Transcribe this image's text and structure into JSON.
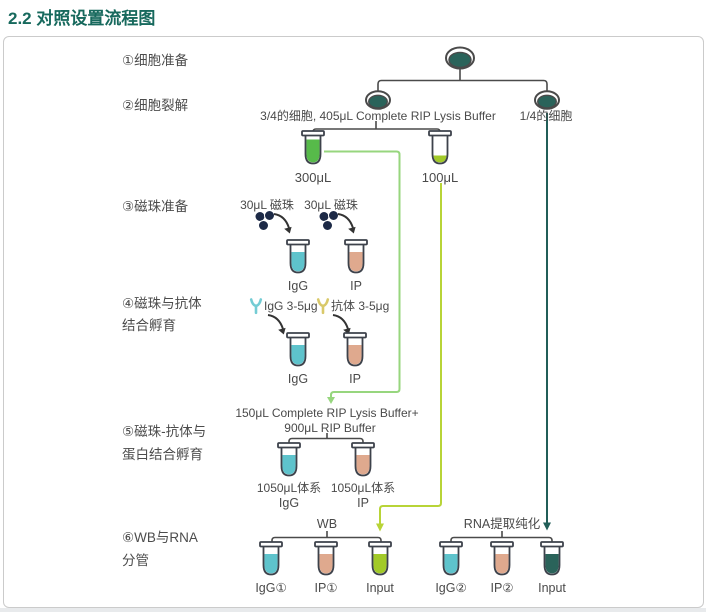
{
  "title": "2.2 对照设置流程图",
  "steps": {
    "s1": "①细胞准备",
    "s2": "②细胞裂解",
    "s3": "③磁珠准备",
    "s4a": "④磁珠与抗体",
    "s4b": "结合孵育",
    "s5a": "⑤磁珠-抗体与",
    "s5b": "蛋白结合孵育",
    "s6a": "⑥WB与RNA",
    "s6b": "分管"
  },
  "labels": {
    "lysis_left": "3/4的细胞, 405μL Complete RIP Lysis Buffer",
    "lysis_right": "1/4的细胞",
    "vol300": "300μL",
    "vol100": "100μL",
    "beads1": "30μL 磁珠",
    "beads2": "30μL 磁珠",
    "tube3_igg": "IgG",
    "tube3_ip": "IP",
    "ab_igg": "IgG 3-5μg",
    "ab_ip": "抗体 3-5μg",
    "tube4_igg": "IgG",
    "tube4_ip": "IP",
    "mix1": "150μL Complete RIP Lysis Buffer+",
    "mix2": "900μL RIP Buffer",
    "sys_igg_1": "1050μL体系",
    "sys_igg_2": "IgG",
    "sys_ip_1": "1050μL体系",
    "sys_ip_2": "IP",
    "wb_title": "WB",
    "rna_title": "RNA提取纯化",
    "wb_t1": "IgG①",
    "wb_t2": "IP①",
    "wb_t3": "Input",
    "rna_t1": "IgG②",
    "rna_t2": "IP②",
    "rna_t3": "Input"
  },
  "colors": {
    "title_teal": "#17695d",
    "tube_cyan": "#5ec3cc",
    "tube_salmon": "#dfa98e",
    "tube_green": "#57ba4a",
    "tube_lime": "#a2ca28",
    "tube_dark_teal": "#2a635a",
    "dish_fill": "#2a635a",
    "line_green": "#97d67e",
    "line_lime": "#b8d437",
    "line_teal": "#215e58",
    "bead_navy": "#1d2a47",
    "antibody_cyan": "#74ccd4",
    "antibody_yellow": "#d9c96a"
  }
}
